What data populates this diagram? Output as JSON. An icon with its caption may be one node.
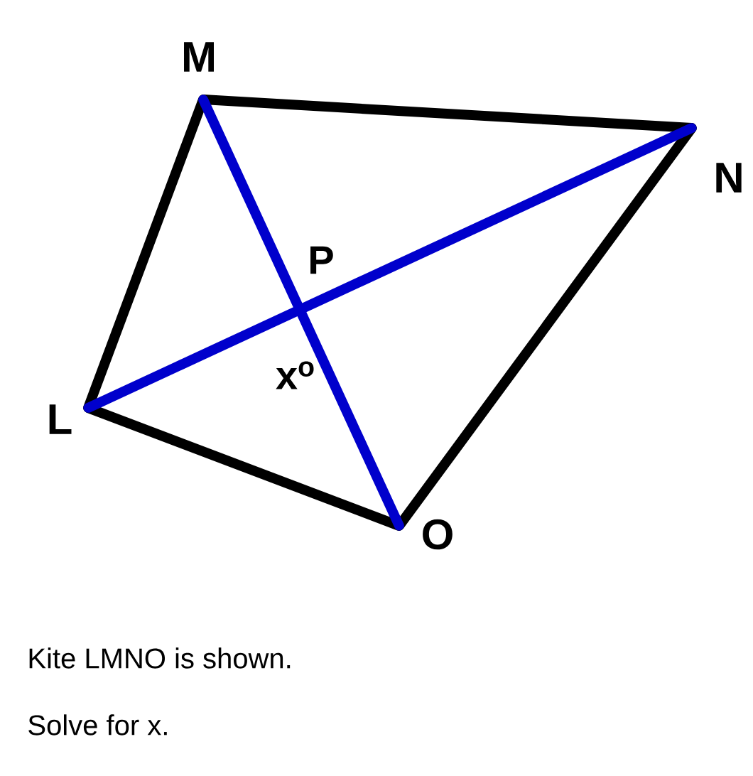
{
  "diagram": {
    "nodes": [
      {
        "text": [],
        "shape": "point",
        "beside": [
          "M"
        ]
      },
      {
        "text": [],
        "shape": "point",
        "beside": [
          "N"
        ]
      },
      {
        "text": [],
        "shape": "point",
        "beside": [
          "L"
        ]
      },
      {
        "text": [],
        "shape": "point",
        "beside": [
          "O"
        ]
      }
    ],
    "edges": [
      {
        "from": 0,
        "to": 1,
        "arrow": "none"
      },
      {
        "from": 1,
        "to": 3,
        "arrow": "none"
      },
      {
        "from": 3,
        "to": 2,
        "arrow": "none"
      },
      {
        "from": 2,
        "to": 0,
        "arrow": "none"
      },
      {
        "from": 0,
        "to": 3,
        "arrow": "none",
        "color": "#0000cc"
      },
      {
        "from": 2,
        "to": 1,
        "arrow": "none",
        "color": "#0000cc"
      }
    ],
    "labels": [
      "P",
      "x$^{o}$",
      "Kite LMNO is shown.",
      "Solve for x."
    ]
  }
}
